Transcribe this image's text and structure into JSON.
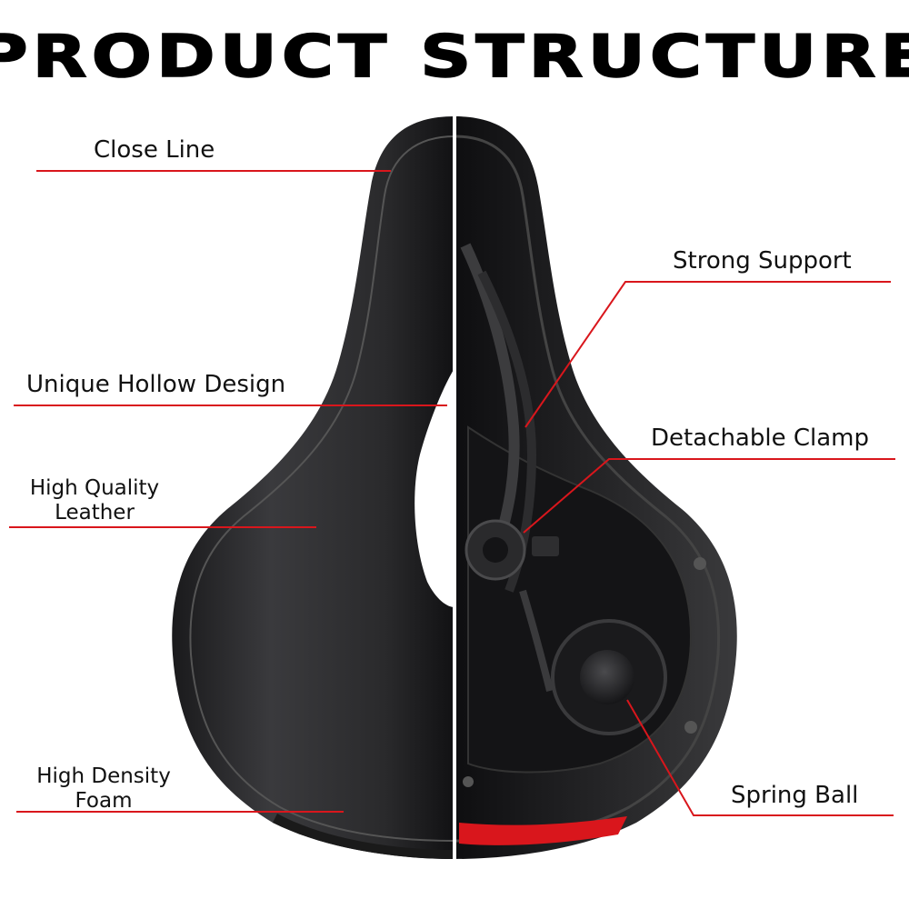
{
  "title": "PRODUCT STRUCTURE",
  "colors": {
    "leader_line": "#d9161c",
    "leather": "#2a2a2c",
    "underside": "#1c1c1e",
    "tail_reflector": "#d9161c"
  },
  "labels": {
    "close_line": "Close Line",
    "unique_hollow_design": "Unique Hollow Design",
    "high_quality_leather_line1": "High Quality",
    "high_quality_leather_line2": "Leather",
    "high_density_foam_line1": "High Density",
    "high_density_foam_line2": "Foam",
    "strong_support": "Strong Support",
    "detachable_clamp": "Detachable Clamp",
    "spring_ball": "Spring Ball"
  }
}
